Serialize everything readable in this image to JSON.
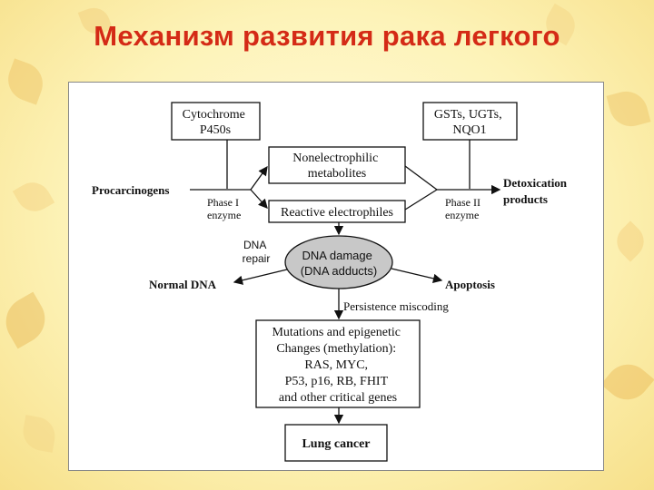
{
  "title": "Механизм развития рака легкого",
  "diagram": {
    "cytochrome": [
      "Cytochrome",
      "P450s"
    ],
    "gsts": [
      "GSTs, UGTs,",
      "NQO1"
    ],
    "nonelectrophilic": [
      "Nonelectrophilic",
      "metabolites"
    ],
    "reactive": "Reactive electrophiles",
    "procarcinogens": "Procarcinogens",
    "phase1": [
      "Phase I",
      "enzyme"
    ],
    "phase2": [
      "Phase II",
      "enzyme"
    ],
    "detox": [
      "Detoxication",
      "products"
    ],
    "dna_repair": [
      "DNA",
      "repair"
    ],
    "dna_damage": [
      "DNA damage",
      "(DNA adducts)"
    ],
    "normal_dna": "Normal DNA",
    "apoptosis": "Apoptosis",
    "persistence": "Persistence miscoding",
    "mutations": [
      "Mutations and epigenetic",
      "Changes (methylation):",
      "RAS, MYC,",
      "P53, p16, RB, FHIT",
      "and other critical genes"
    ],
    "lung_cancer": "Lung cancer"
  }
}
